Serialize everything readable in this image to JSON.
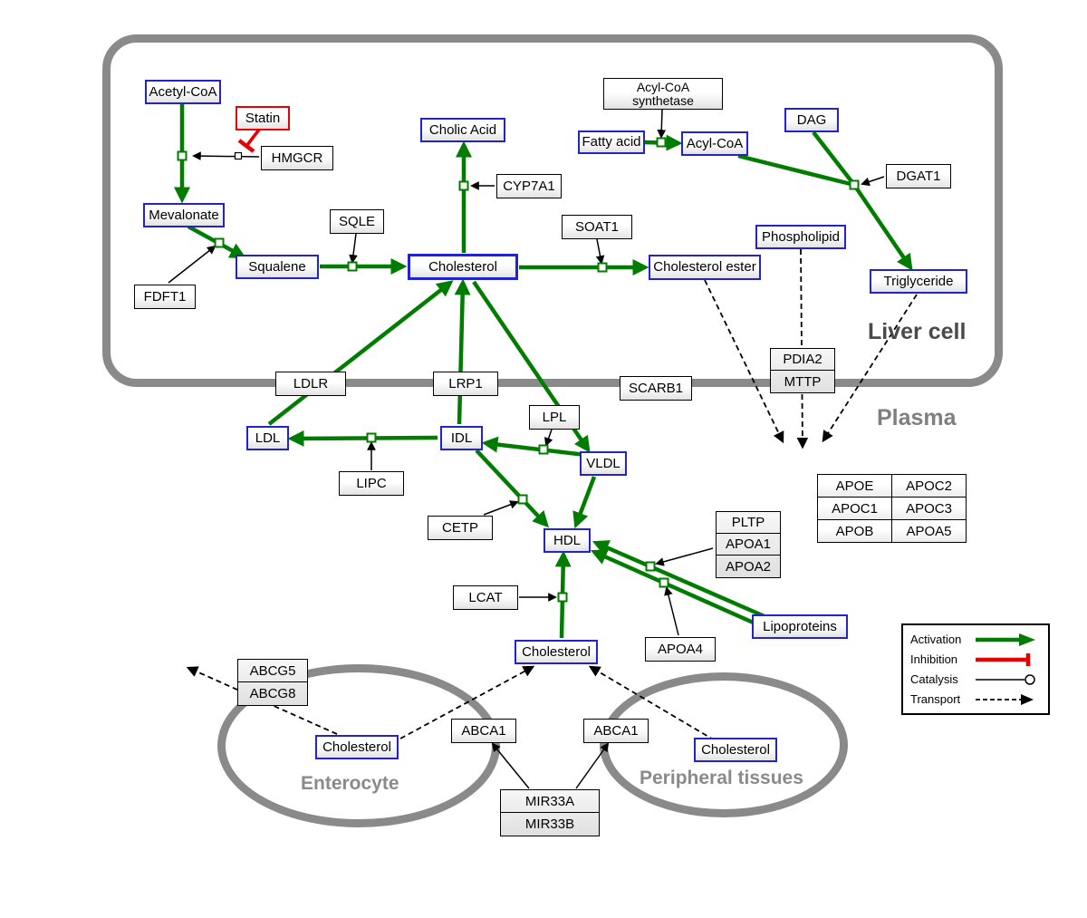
{
  "regions": {
    "liver_cell": "Liver cell",
    "plasma": "Plasma",
    "enterocyte": "Enterocyte",
    "peripheral": "Peripheral tissues"
  },
  "metabolites": {
    "acetyl_coa": "Acetyl-CoA",
    "mevalonate": "Mevalonate",
    "squalene": "Squalene",
    "cholesterol": "Cholesterol",
    "cholic_acid": "Cholic Acid",
    "fatty_acid": "Fatty acid",
    "acyl_coa": "Acyl-CoA",
    "dag": "DAG",
    "phospholipid": "Phospholipid",
    "cholesterol_ester": "Cholesterol ester",
    "triglyceride": "Triglyceride",
    "ldl": "LDL",
    "idl": "IDL",
    "vldl": "VLDL",
    "hdl": "HDL",
    "lipoproteins": "Lipoproteins"
  },
  "enzymes": {
    "statin": "Statin",
    "hmgcr": "HMGCR",
    "fdft1": "FDFT1",
    "sqle": "SQLE",
    "cyp7a1": "CYP7A1",
    "soat1": "SOAT1",
    "acyl_coa_synthetase": "Acyl-CoA synthetase",
    "dgat1": "DGAT1",
    "ldlr": "LDLR",
    "lrp1": "LRP1",
    "scarb1": "SCARB1",
    "pdia2": "PDIA2",
    "mttp": "MTTP",
    "lipc": "LIPC",
    "lpl": "LPL",
    "cetp": "CETP",
    "lcat": "LCAT",
    "pltp": "PLTP",
    "apoa1": "APOA1",
    "apoa2": "APOA2",
    "apoa4": "APOA4",
    "abcg5": "ABCG5",
    "abcg8": "ABCG8",
    "abca1": "ABCA1",
    "mir33a": "MIR33A",
    "mir33b": "MIR33B"
  },
  "apo_table": [
    [
      "APOE",
      "APOC2"
    ],
    [
      "APOC1",
      "APOC3"
    ],
    [
      "APOB",
      "APOA5"
    ]
  ],
  "legend": {
    "activation": "Activation",
    "inhibition": "Inhibition",
    "catalysis": "Catalysis",
    "transport": "Transport"
  },
  "colors": {
    "activation_green": "#007d00",
    "inhibition_red": "#e60000",
    "metabolite_border_blue": "#2323cc",
    "membrane_gray": "#8a8a8a"
  }
}
